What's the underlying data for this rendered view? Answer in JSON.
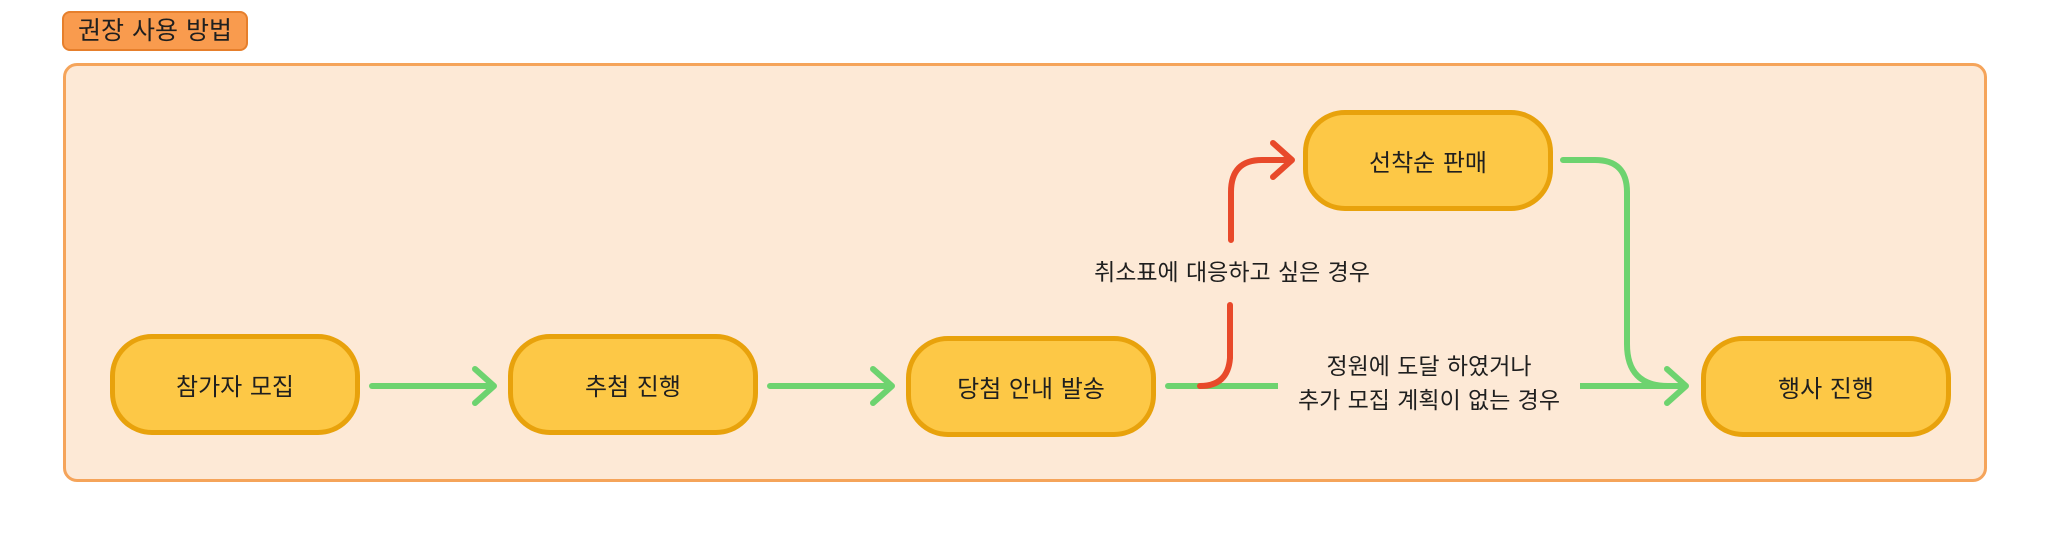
{
  "header": {
    "badge_label": "권장 사용 방법"
  },
  "nodes": {
    "recruit": "참가자 모집",
    "draw": "추첨 진행",
    "notify": "당첨 안내 발송",
    "first_come": "선착순 판매",
    "event": "행사 진행"
  },
  "edge_labels": {
    "cancel_branch": "취소표에 대응하고 싶은 경우",
    "direct_line1": "정원에 도달 하였거나",
    "direct_line2": "추가 모집 계획이 없는 경우"
  },
  "colors": {
    "panel_bg": "#fde9d6",
    "panel_border": "#f5a45a",
    "badge_bg": "#f99b4e",
    "node_fill": "#fdc846",
    "node_border": "#e8a20c",
    "green_arrow": "#6dd36f",
    "red_arrow": "#e8492a"
  }
}
